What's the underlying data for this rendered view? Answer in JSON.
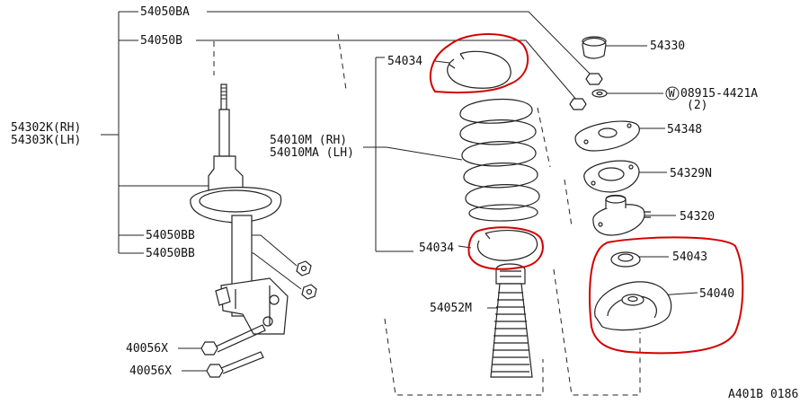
{
  "labels": {
    "strut_assembly": [
      "54302K(RH)",
      "54303K(LH)"
    ],
    "p54050BA": "54050BA",
    "p54050B": "54050B",
    "p54050BB_1": "54050BB",
    "p54050BB_2": "54050BB",
    "p40056X_1": "40056X",
    "p40056X_2": "40056X",
    "p54034_top": "54034",
    "p54034_bottom": "54034",
    "spring": [
      "54010M (RH)",
      "54010MA (LH)"
    ],
    "p54052M": "54052M",
    "p54330": "54330",
    "washer_circle": "W",
    "washer": "08915-4421A",
    "washer_qty": "(2)",
    "p54348": "54348",
    "p54329N": "54329N",
    "p54320": "54320",
    "p54043": "54043",
    "p54040": "54040",
    "diagram_code": "A401B 0186"
  },
  "colors": {
    "ink": "#222222",
    "highlight": "#d40000",
    "background": "#ffffff"
  }
}
